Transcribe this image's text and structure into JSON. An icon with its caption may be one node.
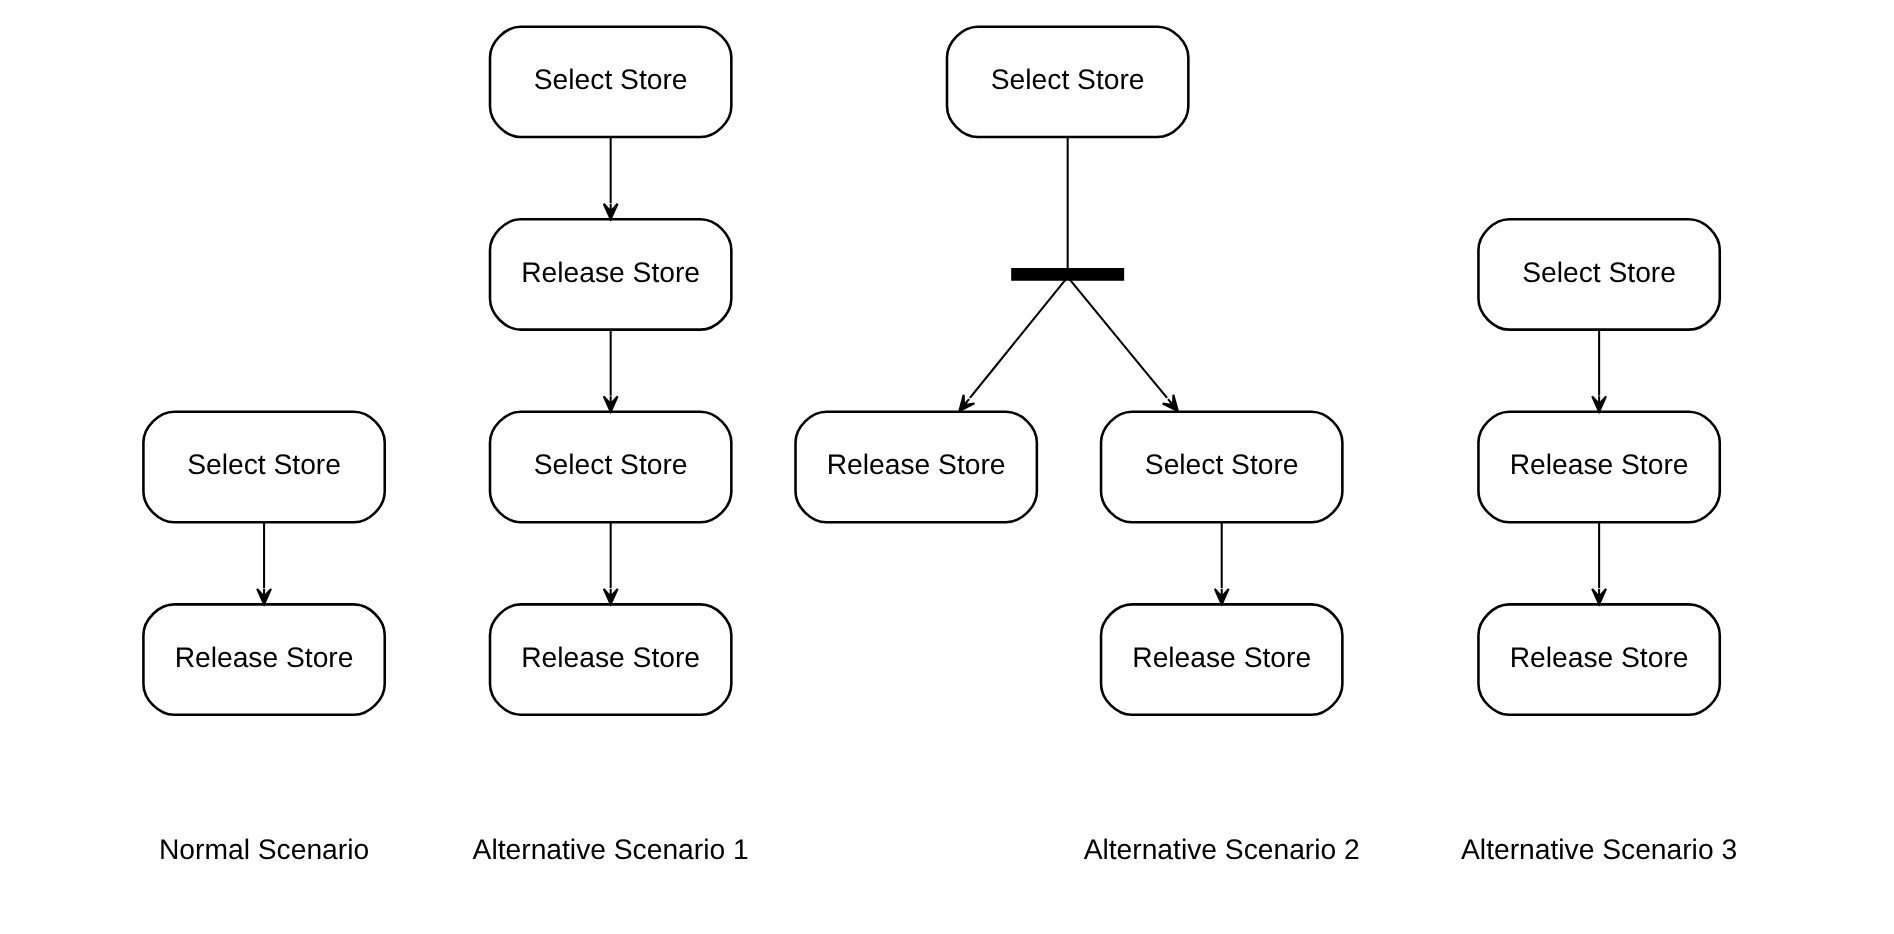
{
  "diagram": {
    "nodes": [
      {
        "text": [
          "Select Store"
        ]
      },
      {
        "text": [
          "Release Store"
        ]
      },
      {
        "text": [
          "Select Store"
        ]
      },
      {
        "text": [
          "Release Store"
        ]
      },
      {
        "text": [
          "Select Store"
        ]
      },
      {
        "text": [
          "Release Store"
        ]
      },
      {
        "text": [
          "Select Store"
        ]
      },
      {
        "text": [],
        "shape": "bar"
      },
      {
        "text": [
          "Release Store"
        ]
      },
      {
        "text": [
          "Select Store"
        ]
      },
      {
        "text": [
          "Release Store"
        ]
      },
      {
        "text": [
          "Select Store"
        ]
      },
      {
        "text": [
          "Release Store"
        ]
      },
      {
        "text": [
          "Release Store"
        ]
      }
    ],
    "edges": [
      {
        "from": 0,
        "to": 1,
        "arrow": "to"
      },
      {
        "from": 2,
        "to": 3,
        "arrow": "to"
      },
      {
        "from": 3,
        "to": 4,
        "arrow": "to"
      },
      {
        "from": 4,
        "to": 5,
        "arrow": "to"
      },
      {
        "from": 6,
        "to": 7,
        "arrow": "none"
      },
      {
        "from": 7,
        "to": 8,
        "arrow": "to"
      },
      {
        "from": 7,
        "to": 9,
        "arrow": "to"
      },
      {
        "from": 9,
        "to": 10,
        "arrow": "to"
      },
      {
        "from": 11,
        "to": 12,
        "arrow": "to"
      },
      {
        "from": 12,
        "to": 13,
        "arrow": "to"
      }
    ],
    "labels": [
      "Normal Scenario",
      "Alternative Scenario 1",
      "Alternative Scenario 2",
      "Alternative Scenario 3"
    ]
  }
}
